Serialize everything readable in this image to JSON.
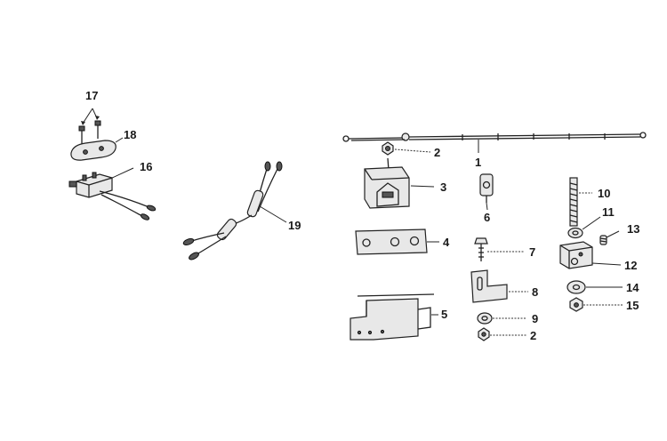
{
  "diagram": {
    "callouts": [
      "1",
      "2",
      "3",
      "4",
      "5",
      "6",
      "7",
      "8",
      "9",
      "10",
      "11",
      "12",
      "13",
      "14",
      "15",
      "16",
      "17",
      "18",
      "19"
    ],
    "callout_2_lower": "2"
  },
  "icons": {
    "part_1": "throttle-cable-rod",
    "part_2": "hex-nut",
    "part_3": "cable-clamp-block",
    "part_4": "anchor-plate",
    "part_5": "mounting-bracket",
    "part_6": "cable-end-fitting",
    "part_7": "bolt",
    "part_8": "l-bracket",
    "part_9": "washer",
    "part_10": "threaded-stud",
    "part_11": "washer",
    "part_12": "pivot-block",
    "part_13": "set-screw",
    "part_14": "flat-washer",
    "part_15": "lock-nut",
    "part_16": "neutral-start-switch",
    "part_17": "screws",
    "part_18": "switch-cover",
    "part_19": "wire-harness"
  }
}
